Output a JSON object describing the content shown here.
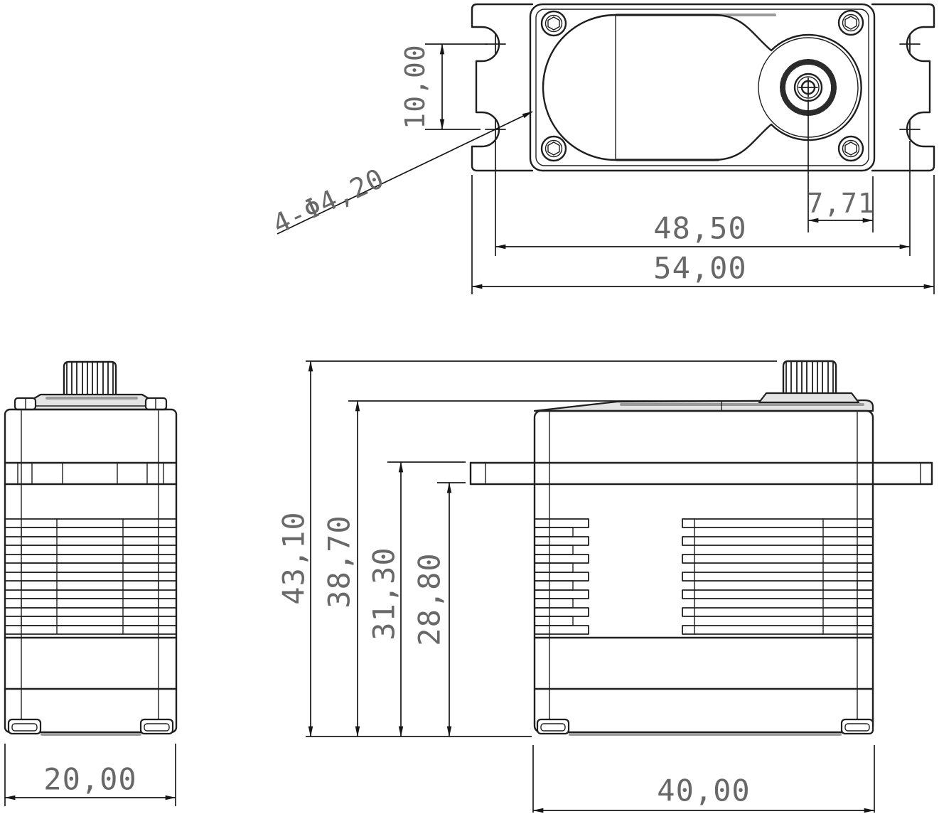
{
  "drawing": {
    "dimensions": {
      "top_view": {
        "hole_pitch": "10,00",
        "hole_callout": "4-Φ4,20",
        "shaft_offset": "7,71",
        "mount_hole_span": "48,50",
        "overall_width": "54,00"
      },
      "front_view": {
        "total_height": "43,10",
        "case_height": "38,70",
        "flange_top_height": "31,30",
        "flange_bottom_height": "28,80",
        "body_length": "40,00"
      },
      "side_view": {
        "body_width": "20,00"
      }
    }
  }
}
